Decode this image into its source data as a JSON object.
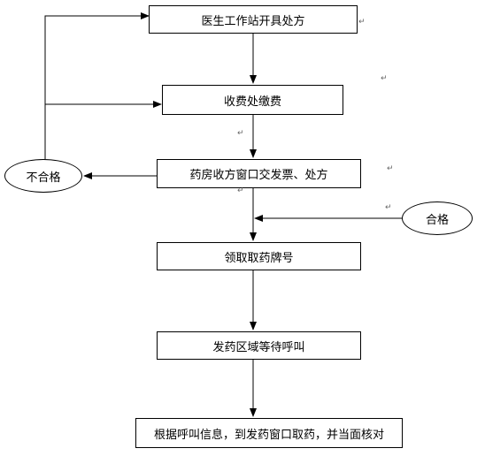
{
  "steps": {
    "prescribe": "医生工作站开具处方",
    "pay": "收费处缴费",
    "submit": "药房收方窗口交发票、处方",
    "ticket": "领取取药牌号",
    "wait": "发药区域等待呼叫",
    "collect": "根据呼叫信息，到发药窗口取药，并当面核对"
  },
  "decisions": {
    "fail": "不合格",
    "pass": "合格"
  },
  "paragraph_mark": "↵"
}
